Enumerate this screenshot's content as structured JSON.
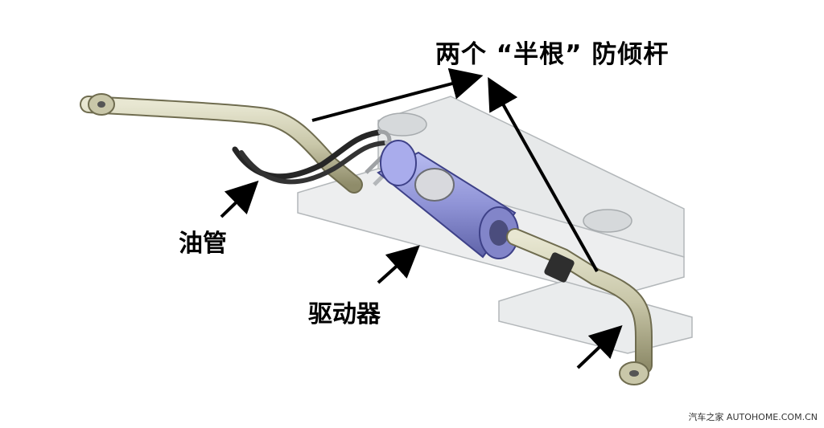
{
  "labels": {
    "title": "两个 “半根” 防倾杆",
    "oil_pipe": "油管",
    "actuator": "驱动器"
  },
  "watermark": "汽车之家  AUTOHOME.COM.CN",
  "colors": {
    "bar": "#c9c7a9",
    "bar_shadow": "#8f8c6a",
    "actuator": "#8f93d6",
    "frame": "#dcdfe0",
    "hose": "#262626",
    "arrow": "#000000"
  }
}
